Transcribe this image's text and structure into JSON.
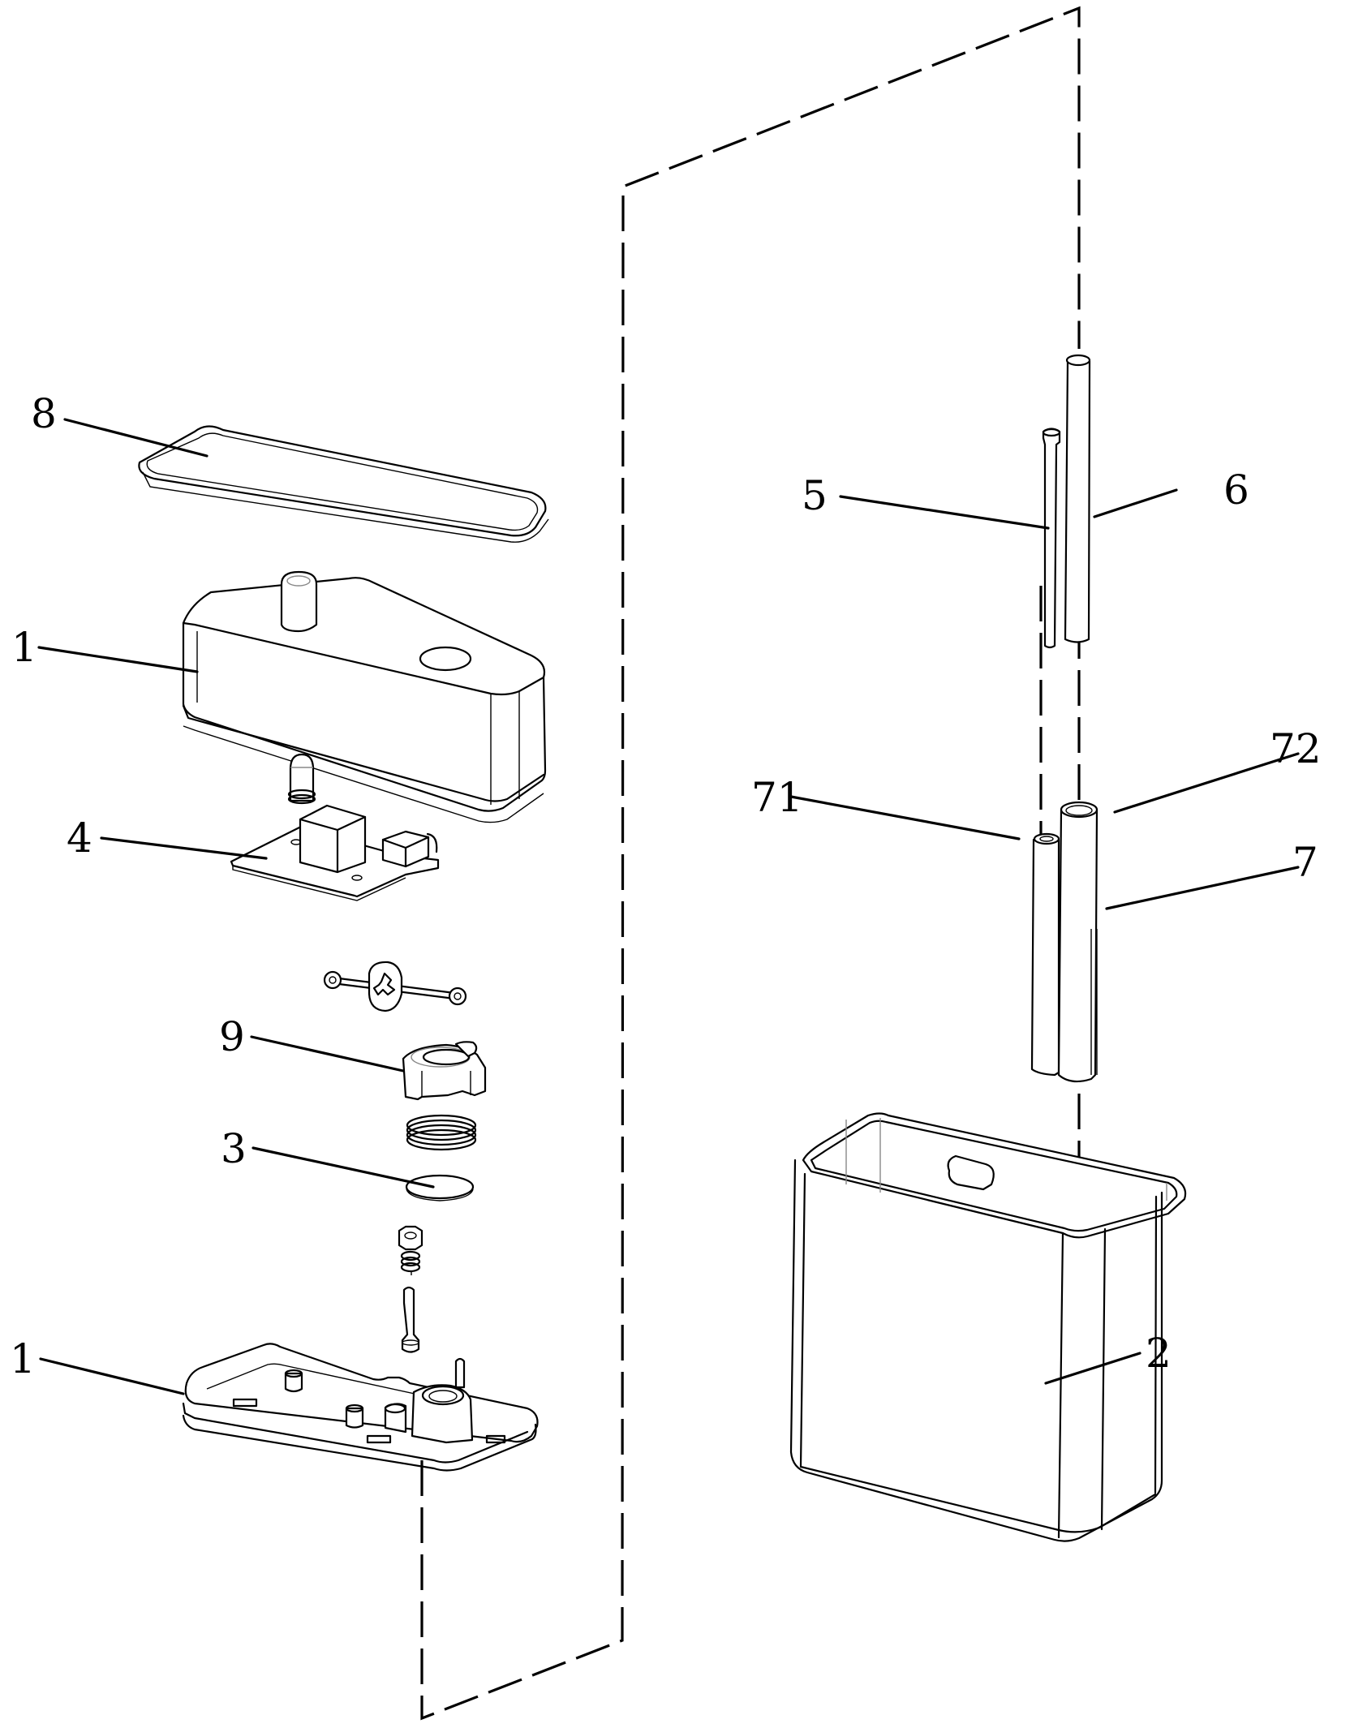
{
  "figure": {
    "type": "exploded assembly view",
    "labels": {
      "top_seal": "8",
      "top_housing": "1",
      "circuit_board": "4",
      "bracket": "9",
      "atomizer_disc": "3",
      "bottom_housing": "1",
      "rod_small": "5",
      "rod_large": "6",
      "sleeve_hole_small": "71",
      "sleeve_hole_large": "72",
      "sleeve": "7",
      "container": "2"
    }
  }
}
